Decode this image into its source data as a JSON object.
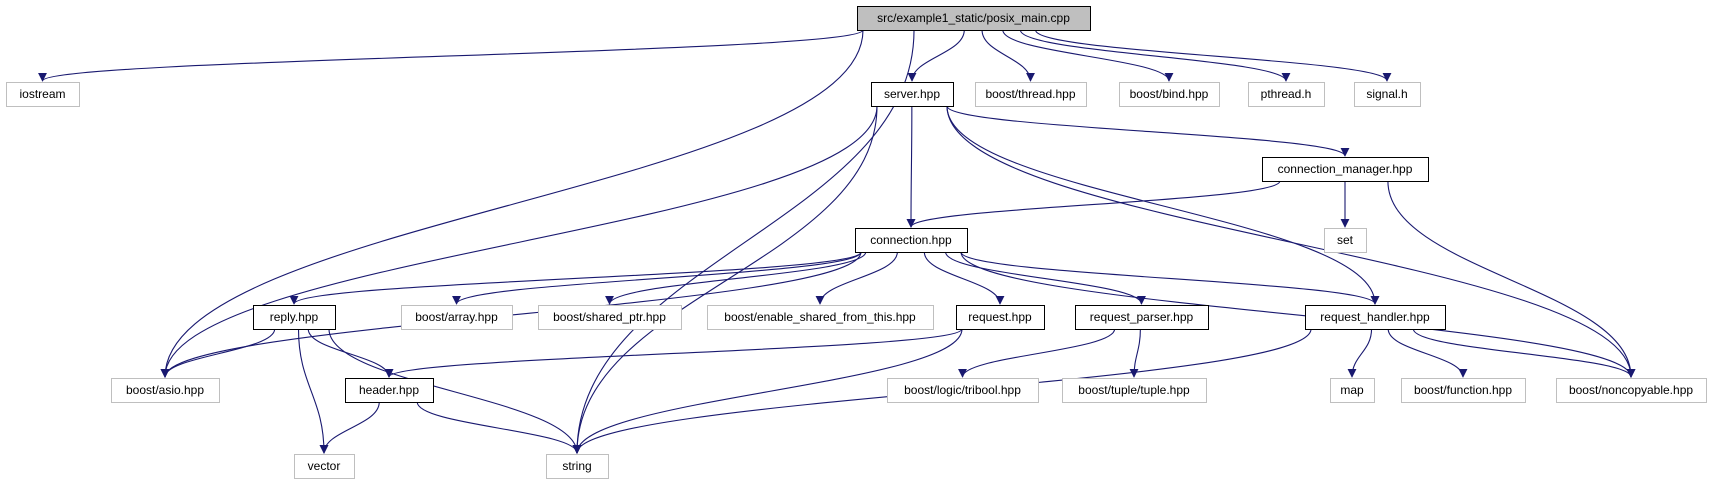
{
  "colors": {
    "edge": "#191970",
    "root_fill": "#bfbfbf",
    "project_border": "#000000",
    "external_border": "#bfbfbf",
    "background": "#ffffff"
  },
  "nodes": {
    "posix_main": {
      "label": "src/example1_static/posix_main.cpp",
      "kind": "root"
    },
    "iostream": {
      "label": "iostream",
      "kind": "external"
    },
    "server": {
      "label": "server.hpp",
      "kind": "project"
    },
    "boost_thread": {
      "label": "boost/thread.hpp",
      "kind": "external"
    },
    "boost_bind": {
      "label": "boost/bind.hpp",
      "kind": "external"
    },
    "pthread": {
      "label": "pthread.h",
      "kind": "external"
    },
    "signal": {
      "label": "signal.h",
      "kind": "external"
    },
    "connection_manager": {
      "label": "connection_manager.hpp",
      "kind": "project"
    },
    "set": {
      "label": "set",
      "kind": "external"
    },
    "connection": {
      "label": "connection.hpp",
      "kind": "project"
    },
    "reply": {
      "label": "reply.hpp",
      "kind": "project"
    },
    "boost_array": {
      "label": "boost/array.hpp",
      "kind": "external"
    },
    "boost_shared_ptr": {
      "label": "boost/shared_ptr.hpp",
      "kind": "external"
    },
    "boost_enable_shared": {
      "label": "boost/enable_shared_from_this.hpp",
      "kind": "external"
    },
    "request": {
      "label": "request.hpp",
      "kind": "project"
    },
    "request_parser": {
      "label": "request_parser.hpp",
      "kind": "project"
    },
    "request_handler": {
      "label": "request_handler.hpp",
      "kind": "project"
    },
    "boost_asio": {
      "label": "boost/asio.hpp",
      "kind": "external"
    },
    "header": {
      "label": "header.hpp",
      "kind": "project"
    },
    "boost_tribool": {
      "label": "boost/logic/tribool.hpp",
      "kind": "external"
    },
    "boost_tuple": {
      "label": "boost/tuple/tuple.hpp",
      "kind": "external"
    },
    "map": {
      "label": "map",
      "kind": "external"
    },
    "boost_function": {
      "label": "boost/function.hpp",
      "kind": "external"
    },
    "boost_noncopyable": {
      "label": "boost/noncopyable.hpp",
      "kind": "external"
    },
    "vector": {
      "label": "vector",
      "kind": "external"
    },
    "string": {
      "label": "string",
      "kind": "external"
    }
  },
  "edges": [
    [
      "posix_main",
      "iostream"
    ],
    [
      "posix_main",
      "server"
    ],
    [
      "posix_main",
      "boost_thread"
    ],
    [
      "posix_main",
      "boost_bind"
    ],
    [
      "posix_main",
      "pthread"
    ],
    [
      "posix_main",
      "signal"
    ],
    [
      "posix_main",
      "boost_asio"
    ],
    [
      "posix_main",
      "string"
    ],
    [
      "server",
      "connection_manager"
    ],
    [
      "server",
      "connection"
    ],
    [
      "server",
      "boost_asio"
    ],
    [
      "server",
      "string"
    ],
    [
      "server",
      "request_handler"
    ],
    [
      "server",
      "boost_noncopyable"
    ],
    [
      "connection_manager",
      "set"
    ],
    [
      "connection_manager",
      "connection"
    ],
    [
      "connection_manager",
      "boost_noncopyable"
    ],
    [
      "connection",
      "reply"
    ],
    [
      "connection",
      "boost_array"
    ],
    [
      "connection",
      "boost_shared_ptr"
    ],
    [
      "connection",
      "boost_enable_shared"
    ],
    [
      "connection",
      "request"
    ],
    [
      "connection",
      "request_parser"
    ],
    [
      "connection",
      "request_handler"
    ],
    [
      "connection",
      "boost_asio"
    ],
    [
      "connection",
      "boost_noncopyable"
    ],
    [
      "reply",
      "boost_asio"
    ],
    [
      "reply",
      "header"
    ],
    [
      "reply",
      "vector"
    ],
    [
      "reply",
      "string"
    ],
    [
      "request",
      "header"
    ],
    [
      "request",
      "string"
    ],
    [
      "request_parser",
      "boost_tribool"
    ],
    [
      "request_parser",
      "boost_tuple"
    ],
    [
      "request_handler",
      "map"
    ],
    [
      "request_handler",
      "boost_function"
    ],
    [
      "request_handler",
      "boost_noncopyable"
    ],
    [
      "request_handler",
      "string"
    ],
    [
      "header",
      "vector"
    ],
    [
      "header",
      "string"
    ]
  ]
}
